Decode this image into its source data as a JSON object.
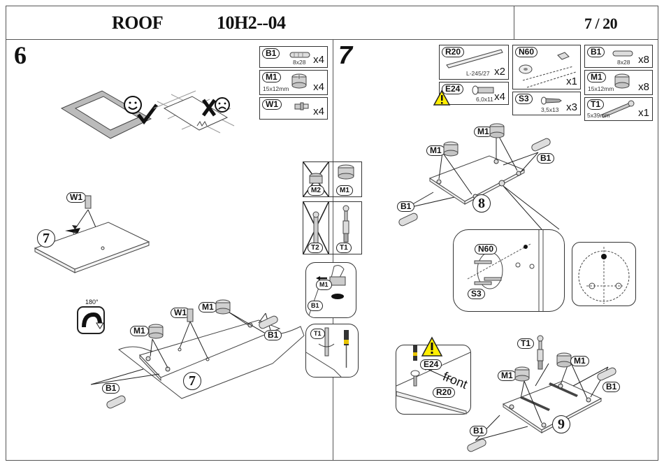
{
  "header": {
    "product": "ROOF",
    "code": "10H2--04",
    "page": "7 / 20"
  },
  "steps": [
    {
      "number": "6",
      "parts": [
        {
          "id": "B1",
          "size": "8x28",
          "qty": "x4",
          "icon": "dowel-icon"
        },
        {
          "id": "M1",
          "size": "15x12mm",
          "qty": "x4",
          "icon": "cam-lock-icon"
        },
        {
          "id": "W1",
          "size": "",
          "qty": "x4",
          "icon": "cam-bolt-icon"
        }
      ],
      "work_surface": {
        "good": "rug-surface-ok",
        "bad": "hard-floor-not-ok"
      },
      "labels": {
        "w1": "W1",
        "panel": "7",
        "rotate": "180°",
        "m1_left": "M1",
        "m1_right": "M1",
        "w1_b": "W1",
        "b1_left": "B1",
        "b1_right": "B1",
        "panel_b": "7"
      }
    },
    {
      "number": "7",
      "parts": [
        {
          "id": "R20",
          "size": "L-245/27",
          "qty": "x2",
          "icon": "rail-icon"
        },
        {
          "id": "E24",
          "size": "6,0x11",
          "qty": "x4",
          "icon": "screw-icon",
          "warning": true
        },
        {
          "id": "N60",
          "size": "",
          "qty": "x1",
          "icon": "plate-icon"
        },
        {
          "id": "S3",
          "size": "3,5x13",
          "qty": "x3",
          "icon": "wood-screw-icon"
        },
        {
          "id": "B1",
          "size": "8x28",
          "qty": "x8",
          "icon": "dowel-icon"
        },
        {
          "id": "M1",
          "size": "15x12mm",
          "qty": "x8",
          "icon": "cam-lock-icon"
        },
        {
          "id": "T1",
          "size": "5x39mm",
          "qty": "x1",
          "icon": "bolt-icon"
        }
      ],
      "labels": {
        "m1_a": "M1",
        "m1_b": "M1",
        "b1_a": "B1",
        "b1_b": "B1",
        "panel_a": "8",
        "n60": "N60",
        "s3": "S3",
        "t1": "T1",
        "m1_c": "M1",
        "m1_d": "M1",
        "b1_c": "B1",
        "b1_d": "B1",
        "panel_b": "9",
        "e24": "E24",
        "front": "front",
        "r20": "R20"
      }
    }
  ],
  "comparison": {
    "cam": {
      "wrong": "M2",
      "right": "M1"
    },
    "bolt": {
      "wrong": "T2",
      "right": "T1"
    },
    "tip1": {
      "a": "M1",
      "b": "B1"
    },
    "tip2": {
      "a": "T1"
    }
  }
}
